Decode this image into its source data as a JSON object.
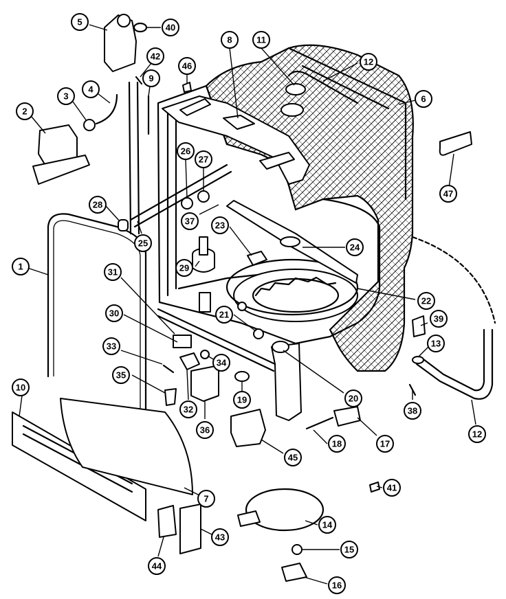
{
  "callouts": [
    {
      "id": "c1",
      "label": "1"
    },
    {
      "id": "c2",
      "label": "2"
    },
    {
      "id": "c3",
      "label": "3"
    },
    {
      "id": "c4",
      "label": "4"
    },
    {
      "id": "c5",
      "label": "5"
    },
    {
      "id": "c6",
      "label": "6"
    },
    {
      "id": "c7",
      "label": "7"
    },
    {
      "id": "c8",
      "label": "8"
    },
    {
      "id": "c9",
      "label": "9"
    },
    {
      "id": "c10",
      "label": "10"
    },
    {
      "id": "c11",
      "label": "11"
    },
    {
      "id": "c12a",
      "label": "12"
    },
    {
      "id": "c12b",
      "label": "12"
    },
    {
      "id": "c13",
      "label": "13"
    },
    {
      "id": "c14",
      "label": "14"
    },
    {
      "id": "c15",
      "label": "15"
    },
    {
      "id": "c16",
      "label": "16"
    },
    {
      "id": "c17",
      "label": "17"
    },
    {
      "id": "c18",
      "label": "18"
    },
    {
      "id": "c19",
      "label": "19"
    },
    {
      "id": "c20",
      "label": "20"
    },
    {
      "id": "c21",
      "label": "21"
    },
    {
      "id": "c22",
      "label": "22"
    },
    {
      "id": "c23",
      "label": "23"
    },
    {
      "id": "c24",
      "label": "24"
    },
    {
      "id": "c25",
      "label": "25"
    },
    {
      "id": "c26",
      "label": "26"
    },
    {
      "id": "c27",
      "label": "27"
    },
    {
      "id": "c28",
      "label": "28"
    },
    {
      "id": "c29",
      "label": "29"
    },
    {
      "id": "c30",
      "label": "30"
    },
    {
      "id": "c31",
      "label": "31"
    },
    {
      "id": "c32",
      "label": "32"
    },
    {
      "id": "c33",
      "label": "33"
    },
    {
      "id": "c34",
      "label": "34"
    },
    {
      "id": "c35",
      "label": "35"
    },
    {
      "id": "c36",
      "label": "36"
    },
    {
      "id": "c37",
      "label": "37"
    },
    {
      "id": "c38",
      "label": "38"
    },
    {
      "id": "c39",
      "label": "39"
    },
    {
      "id": "c40",
      "label": "40"
    },
    {
      "id": "c41",
      "label": "41"
    },
    {
      "id": "c42",
      "label": "42"
    },
    {
      "id": "c43",
      "label": "43"
    },
    {
      "id": "c44",
      "label": "44"
    },
    {
      "id": "c45",
      "label": "45"
    },
    {
      "id": "c46",
      "label": "46"
    },
    {
      "id": "c47",
      "label": "47"
    }
  ]
}
